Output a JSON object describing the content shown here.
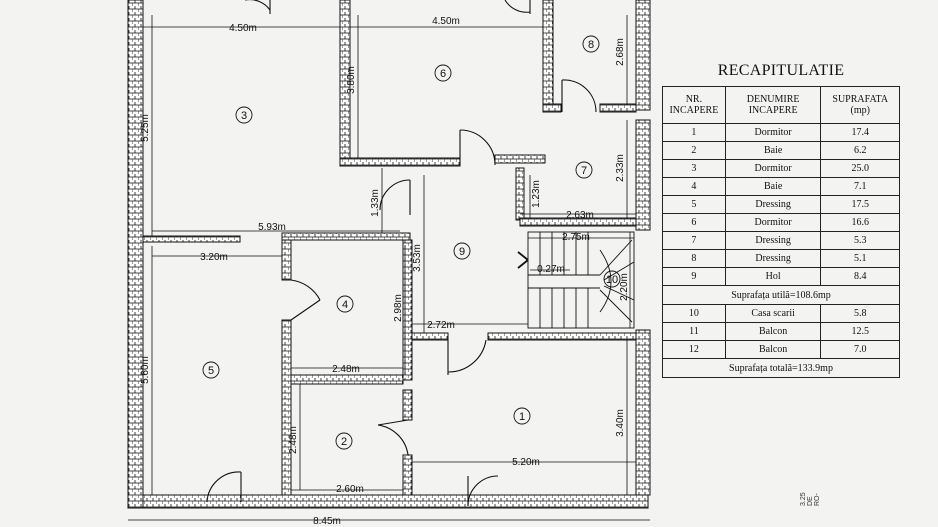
{
  "plan": {
    "dims": {
      "top_left": "4.50m",
      "top_mid": "4.50m",
      "room3_height": "5.25m",
      "room6_height": "3.80m",
      "room8_height": "2.68m",
      "left_corridor": "1.33m",
      "room3_width": "5.93m",
      "hall_height": "3.53m",
      "room7_small": "1.23m",
      "room7_height": "2.33m",
      "room7_width": "2.63m",
      "stair_width": "2.75m",
      "stair_small": "0.27m",
      "stair_height": "2.20m",
      "room5_width": "3.20m",
      "room4_height": "2.98m",
      "hall_width": "2.72m",
      "room4_width": "2.48m",
      "room5_height": "5.60m",
      "room1_height": "3.40m",
      "room2_height": "2.48m",
      "room1_width": "5.20m",
      "room2_width": "2.60m",
      "total_width": "8.45m"
    },
    "rooms": [
      "1",
      "2",
      "3",
      "4",
      "5",
      "6",
      "7",
      "8",
      "9",
      "10"
    ]
  },
  "recap": {
    "title": "RECAPITULATIE",
    "headers": [
      "NR. INCAPERE",
      "DENUMIRE INCAPERE",
      "SUPRAFATA (mp)"
    ],
    "rows": [
      [
        "1",
        "Dormitor",
        "17.4"
      ],
      [
        "2",
        "Baie",
        "6.2"
      ],
      [
        "3",
        "Dormitor",
        "25.0"
      ],
      [
        "4",
        "Baie",
        "7.1"
      ],
      [
        "5",
        "Dressing",
        "17.5"
      ],
      [
        "6",
        "Dormitor",
        "16.6"
      ],
      [
        "7",
        "Dressing",
        "5.3"
      ],
      [
        "8",
        "Dressing",
        "5.1"
      ],
      [
        "9",
        "Hol",
        "8.4"
      ]
    ],
    "subtotal": "Suprafața utilă=108.6mp",
    "rows2": [
      [
        "10",
        "Casa scarii",
        "5.8"
      ],
      [
        "11",
        "Balcon",
        "12.5"
      ],
      [
        "12",
        "Balcon",
        "7.0"
      ]
    ],
    "total": "Suprafața totală=133.9mp"
  },
  "stamp": [
    "3.25",
    "DE",
    "RO-"
  ]
}
